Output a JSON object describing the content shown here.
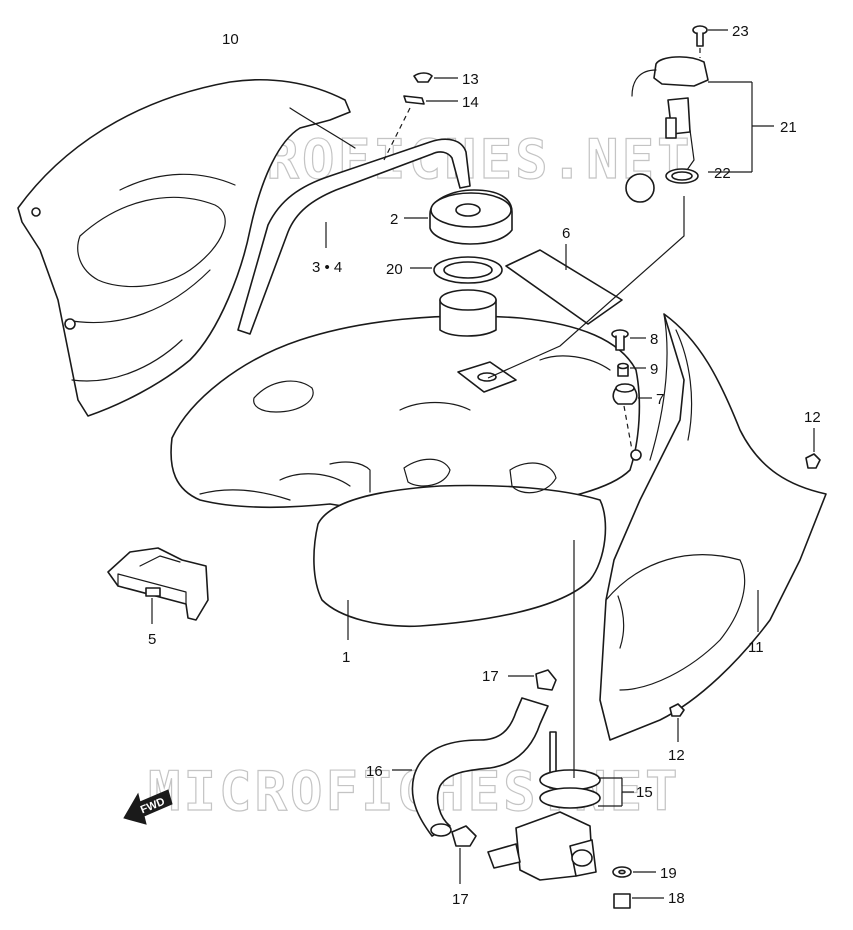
{
  "watermark": {
    "text_top": "MICROFICHES.NET",
    "text_bottom": "MICROFICHES.NET"
  },
  "fwd_label": "FWD",
  "callouts": {
    "c1": "1",
    "c2": "2",
    "c3_4": "3 • 4",
    "c5": "5",
    "c6": "6",
    "c7": "7",
    "c8": "8",
    "c9": "9",
    "c10": "10",
    "c11": "11",
    "c12_top": "12",
    "c12_bottom": "12",
    "c13": "13",
    "c14": "14",
    "c15": "15",
    "c16": "16",
    "c17_top": "17",
    "c17_bottom": "17",
    "c18": "18",
    "c19": "19",
    "c20": "20",
    "c21": "21",
    "c22": "22",
    "c23": "23"
  }
}
